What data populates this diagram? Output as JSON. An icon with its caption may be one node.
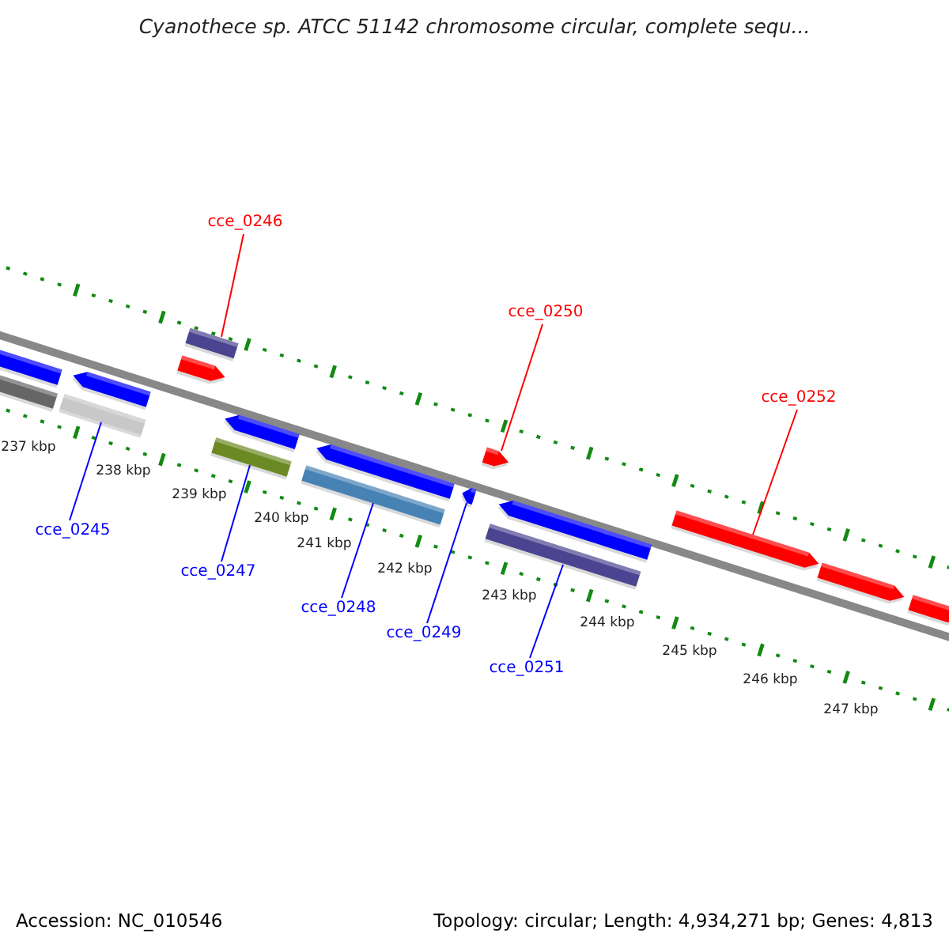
{
  "diagram": {
    "title": "Cyanothece sp. ATCC 51142 chromosome circular, complete sequ...",
    "nodes": [
      {
        "text": [
          "cce_0246"
        ]
      },
      {
        "text": [
          "cce_0250"
        ]
      },
      {
        "text": [
          "cce_0252"
        ]
      },
      {
        "text": [
          "cce_0245"
        ]
      },
      {
        "text": [
          "cce_0247"
        ]
      },
      {
        "text": [
          "cce_0248"
        ]
      },
      {
        "text": [
          "cce_0249"
        ]
      },
      {
        "text": [
          "cce_0251"
        ]
      },
      {
        "text": [],
        "shape": "bar"
      },
      {
        "text": [],
        "shape": "bar"
      },
      {
        "text": [],
        "shape": "bar"
      },
      {
        "text": [],
        "shape": "arrow"
      },
      {
        "text": [],
        "shape": "arrow"
      },
      {
        "text": [],
        "shape": "bar"
      },
      {
        "text": [],
        "shape": "bar"
      },
      {
        "text": [],
        "shape": "arrow"
      },
      {
        "text": [],
        "shape": "bar"
      },
      {
        "text": [],
        "shape": "arrow"
      },
      {
        "text": [],
        "shape": "arrow"
      },
      {
        "text": [],
        "shape": "arrow"
      },
      {
        "text": [],
        "shape": "bar"
      },
      {
        "text": [],
        "shape": "arrow"
      },
      {
        "text": [],
        "shape": "arrow"
      },
      {
        "text": [],
        "shape": "arrow"
      },
      {
        "text": [],
        "shape": "arrow"
      }
    ],
    "edges": [
      {
        "from": 0,
        "to": 13,
        "arrow": "none",
        "color": "#ff0000"
      },
      {
        "from": 1,
        "to": 19,
        "arrow": "none",
        "color": "#ff0000"
      },
      {
        "from": 2,
        "to": 22,
        "arrow": "none",
        "color": "#ff0000"
      },
      {
        "from": 3,
        "to": 10,
        "arrow": "none"
      },
      {
        "from": 4,
        "to": 14,
        "arrow": "none"
      },
      {
        "from": 5,
        "to": 16,
        "arrow": "none"
      },
      {
        "from": 6,
        "to": 18,
        "arrow": "none"
      },
      {
        "from": 7,
        "to": 20,
        "arrow": "none"
      }
    ],
    "labels": [
      "237 kbp",
      "238 kbp",
      "239 kbp",
      "240 kbp",
      "241 kbp",
      "242 kbp",
      "243 kbp",
      "244 kbp",
      "245 kbp",
      "246 kbp",
      "247 kbp",
      "Accession: NC_010546",
      "Topology: circular; Length: 4,934,271 bp; Genes: 4,813"
    ]
  }
}
